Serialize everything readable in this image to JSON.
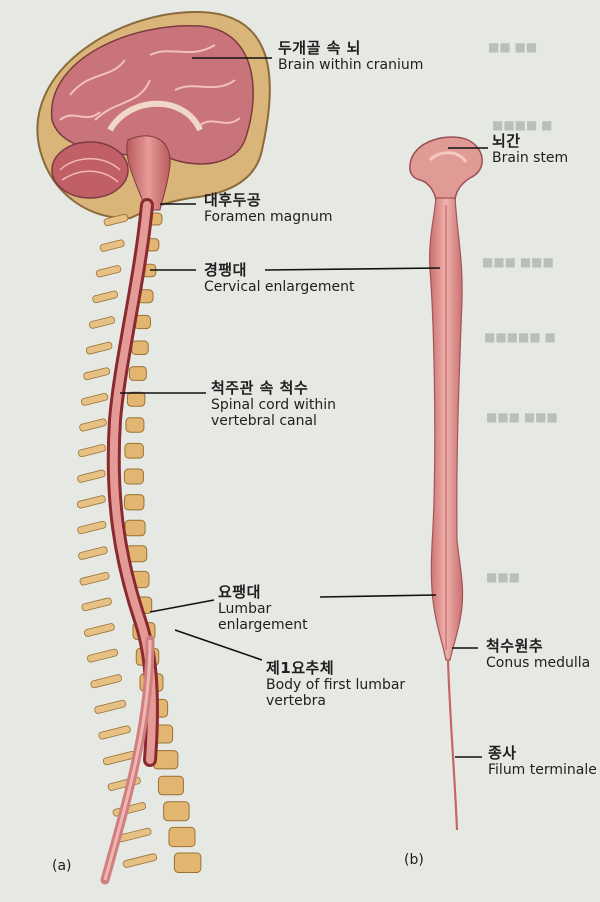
{
  "panels": {
    "a": "(a)",
    "b": "(b)"
  },
  "labels_a": {
    "brain": {
      "ko": "두개골 속 뇌",
      "en": "Brain within cranium"
    },
    "foramen": {
      "ko": "대후두공",
      "en": "Foramen magnum"
    },
    "cervical": {
      "ko": "경팽대",
      "en": "Cervical enlargement"
    },
    "spinal": {
      "ko": "척주관 속 척수",
      "en1": "Spinal cord within",
      "en2": "vertebral canal"
    },
    "lumbar": {
      "ko": "요팽대",
      "en1": "Lumbar",
      "en2": "enlargement"
    },
    "first_lumbar": {
      "ko": "제1요추체",
      "en1": "Body of first lumbar",
      "en2": "vertebra"
    }
  },
  "labels_b": {
    "brainstem": {
      "ko": "뇌간",
      "en": "Brain stem"
    },
    "conus": {
      "ko": "척수원추",
      "en": "Conus medulla"
    },
    "filum": {
      "ko": "종사",
      "en": "Filum terminale"
    }
  },
  "colors": {
    "background": "#e6e8e4",
    "cord": "#d9868a",
    "brain": "#c9747a",
    "bone": "#e0b06a",
    "leader": "#111111"
  }
}
